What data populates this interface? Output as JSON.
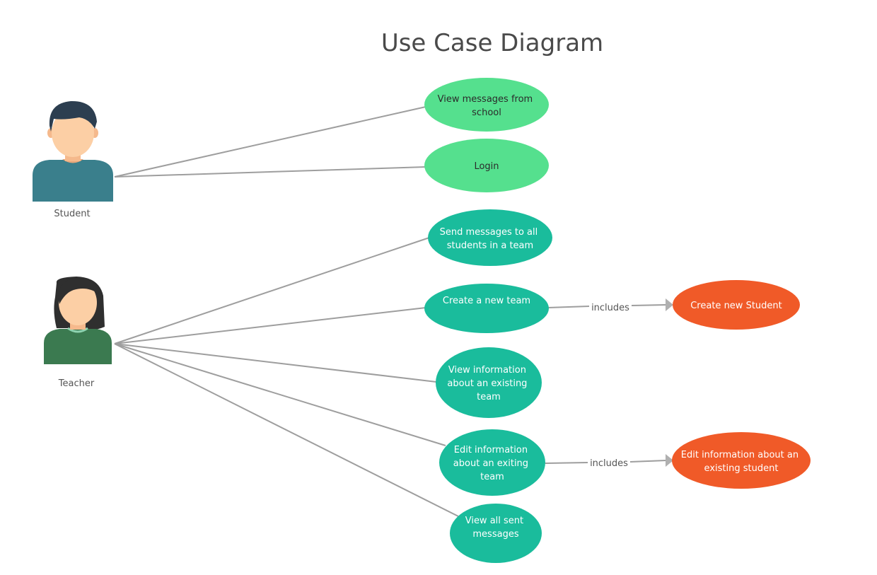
{
  "title": "Use Case Diagram",
  "colors": {
    "student_use_case": "#55e08e",
    "teacher_use_case": "#1abc9c",
    "included_use_case": "#f05a28",
    "line": "#9e9e9e",
    "student_shirt": "#3a7f8c",
    "teacher_shirt": "#3b7a50",
    "skin": "#fccfa5",
    "hair": "#2c3e50"
  },
  "actors": {
    "student": {
      "label": "Student",
      "icon": "student-avatar-icon"
    },
    "teacher": {
      "label": "Teacher",
      "icon": "teacher-avatar-icon"
    }
  },
  "use_cases": {
    "view_messages": {
      "lines": [
        "View messages from",
        "school"
      ]
    },
    "login": {
      "lines": [
        "Login"
      ]
    },
    "send_messages": {
      "lines": [
        "Send messages to  all",
        "students in a team"
      ]
    },
    "create_team": {
      "lines": [
        "Create a new team"
      ]
    },
    "view_team_info": {
      "lines": [
        "View information",
        "about an existing",
        "team"
      ]
    },
    "edit_team_info": {
      "lines": [
        "Edit information",
        "about an exiting",
        "team"
      ]
    },
    "view_sent": {
      "lines": [
        "View all sent",
        "messages"
      ]
    },
    "create_student": {
      "lines": [
        "Create new Student"
      ]
    },
    "edit_student": {
      "lines": [
        "Edit information about an",
        "existing student"
      ]
    }
  },
  "relations": {
    "includes_1": "includes",
    "includes_2": "includes"
  }
}
